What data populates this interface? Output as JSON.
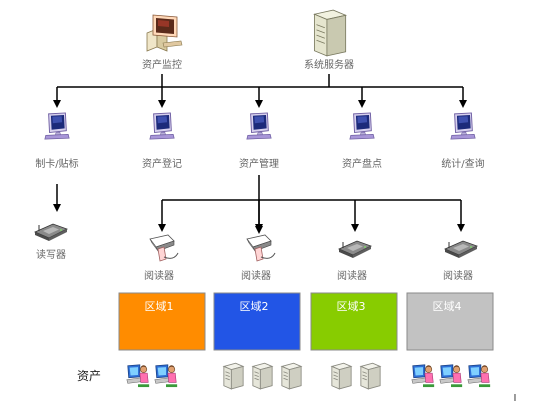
{
  "top_nodes": [
    {
      "label": "资产监控",
      "icon": "workstation-icon"
    },
    {
      "label": "系统服务器",
      "icon": "server-icon"
    }
  ],
  "mid_nodes": [
    {
      "label": "制卡/贴标",
      "icon": "monitor-icon"
    },
    {
      "label": "资产登记",
      "icon": "monitor-icon"
    },
    {
      "label": "资产管理",
      "icon": "monitor-icon"
    },
    {
      "label": "资产盘点",
      "icon": "monitor-icon"
    },
    {
      "label": "统计/查询",
      "icon": "monitor-icon"
    }
  ],
  "writer": {
    "label": "读写器",
    "icon": "rfid-reader-icon"
  },
  "readers": [
    {
      "label": "阅读器",
      "icon": "handheld-scanner-icon"
    },
    {
      "label": "阅读器",
      "icon": "handheld-scanner-icon"
    },
    {
      "label": "阅读器",
      "icon": "rfid-reader-icon"
    },
    {
      "label": "阅读器",
      "icon": "rfid-reader-icon"
    }
  ],
  "zones": [
    {
      "label": "区域1",
      "color": "#ff8c00"
    },
    {
      "label": "区域2",
      "color": "#2255e6"
    },
    {
      "label": "区域3",
      "color": "#88cc00"
    },
    {
      "label": "区域4",
      "color": "#c2c2c2"
    }
  ],
  "assets": {
    "label": "资产",
    "groups": [
      {
        "icons": [
          "person-at-computer-icon",
          "person-at-computer-icon"
        ]
      },
      {
        "icons": [
          "server-tower-icon",
          "server-tower-icon",
          "server-tower-icon"
        ]
      },
      {
        "icons": [
          "server-tower-icon",
          "server-tower-icon"
        ]
      },
      {
        "icons": [
          "person-at-computer-icon",
          "person-at-computer-icon",
          "person-at-computer-icon"
        ]
      }
    ]
  },
  "cursor_glyph": "I"
}
